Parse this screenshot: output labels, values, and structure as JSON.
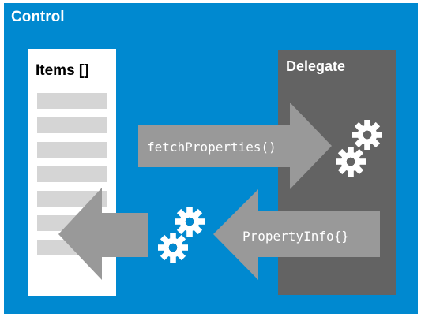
{
  "control": {
    "title": "Control",
    "background_color": "#0089d0"
  },
  "items": {
    "title": "Items []",
    "row_color": "#d5d5d5",
    "row_count": 7
  },
  "delegate": {
    "title": "Delegate",
    "background_color": "#636363"
  },
  "arrows": {
    "fetch": {
      "label": "fetchProperties()",
      "direction": "right"
    },
    "property_info": {
      "label": "PropertyInfo{}",
      "direction": "left"
    },
    "into_items": {
      "direction": "left"
    },
    "arrow_color": "#999999"
  },
  "icons": {
    "delegate_gears": "gears-icon",
    "middle_gears": "gears-icon"
  }
}
